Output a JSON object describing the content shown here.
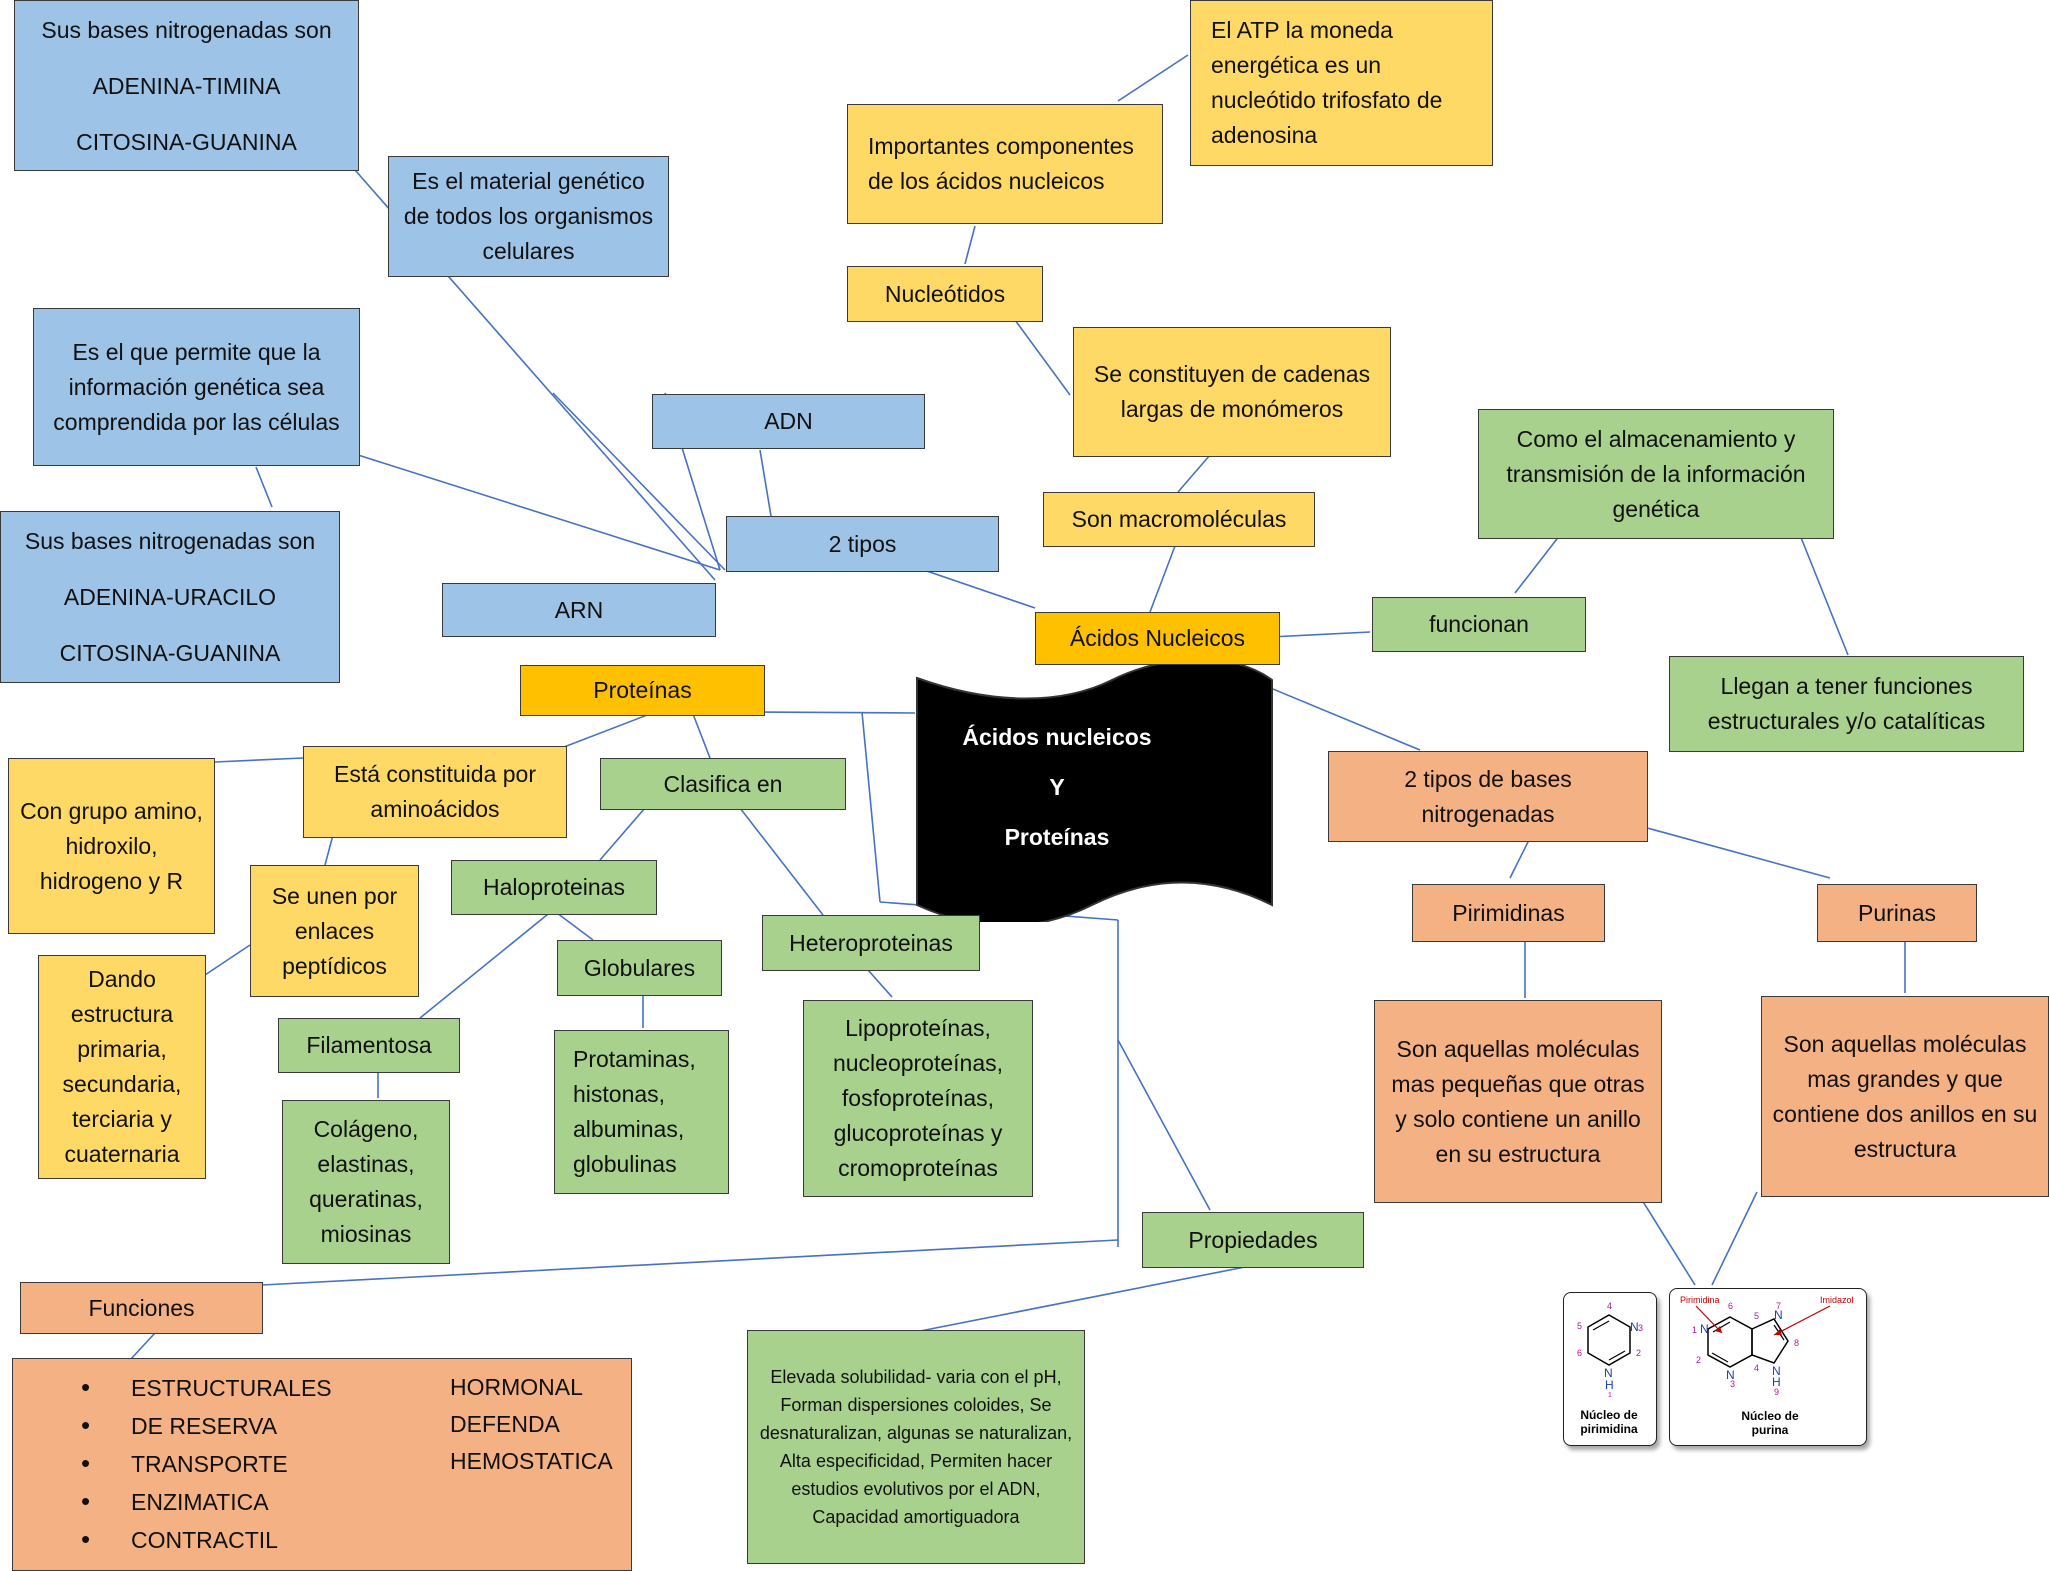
{
  "center": {
    "line1": "Ácidos nucleicos",
    "line2": "Y",
    "line3": "Proteínas"
  },
  "acidos": {
    "title": "Ácidos Nucleicos",
    "son_macromoleculas": "Son macromoléculas",
    "cadenas": "Se constituyen de cadenas largas de monómeros",
    "nucleotidos": "Nucleótidos",
    "componentes": "Importantes componentes de los ácidos nucleicos",
    "atp": "El ATP la moneda energética es un nucleótido trifosfato de adenosina",
    "dos_tipos": "2 tipos",
    "adn": "ADN",
    "arn": "ARN",
    "material_genetico": "Es el material genético de todos los organismos celulares",
    "bases_adn": {
      "line1": "Sus bases nitrogenadas son",
      "line2": "ADENINA-TIMINA",
      "line3": "CITOSINA-GUANINA"
    },
    "permite": "Es el que permite que la información genética sea comprendida por las células",
    "bases_arn": {
      "line1": "Sus bases nitrogenadas son",
      "line2": "ADENINA-URACILO",
      "line3": "CITOSINA-GUANINA"
    },
    "funcionan": "funcionan",
    "almacenamiento": "Como el almacenamiento y transmisión de la información genética",
    "funciones_estructurales": "Llegan a tener funciones estructurales y/o catalíticas",
    "bases_tipos": "2 tipos de bases nitrogenadas",
    "pirimidinas": "Pirimidinas",
    "purinas": "Purinas",
    "pirimidinas_desc": "Son aquellas moléculas mas pequeñas que otras y solo contiene un anillo en su estructura",
    "purinas_desc": "Son aquellas moléculas mas grandes y que contiene dos anillos en su estructura"
  },
  "proteinas": {
    "title": "Proteínas",
    "constituida": "Está constituida por aminoácidos",
    "grupo": "Con grupo amino, hidroxilo, hidrogeno y R",
    "enlaces": "Se unen por enlaces peptídicos",
    "estructura": "Dando estructura primaria, secundaria, terciaria y cuaternaria",
    "clasifica": "Clasifica en",
    "haloproteinas": "Haloproteinas",
    "filamentosa": "Filamentosa",
    "filamentosa_ej": "Colágeno, elastinas, queratinas, miosinas",
    "globulares": "Globulares",
    "globulares_ej": "Protaminas, histonas, albuminas, globulinas",
    "heteroproteinas": "Heteroproteinas",
    "heteroproteinas_ej": "Lipoproteínas, nucleoproteínas, fosfoproteínas, glucoproteínas y cromoproteínas",
    "propiedades": "Propiedades",
    "propiedades_desc": "Elevada solubilidad- varia con el pH, Forman dispersiones coloides, Se desnaturalizan, algunas se naturalizan, Alta especificidad, Permiten hacer estudios evolutivos por el ADN, Capacidad amortiguadora",
    "funciones": "Funciones",
    "funciones_col1": [
      "ESTRUCTURALES",
      "DE RESERVA",
      "TRANSPORTE",
      "ENZIMATICA",
      "CONTRACTIL"
    ],
    "funciones_col2": [
      "HORMONAL",
      "DEFENDA",
      "HEMOSTATICA"
    ]
  },
  "figures": {
    "pirimidina_caption": "Núcleo de\npirimidina",
    "purina_caption": "Núcleo de\npurina",
    "pirimidina_label": "Pirimidina",
    "imidazol_label": "Imidazol"
  },
  "colors": {
    "blue": "#9dc3e6",
    "yellow": "#ffd966",
    "gold": "#ffc000",
    "green": "#a9d18e",
    "orange": "#f4b183",
    "line": "#4472c4"
  }
}
